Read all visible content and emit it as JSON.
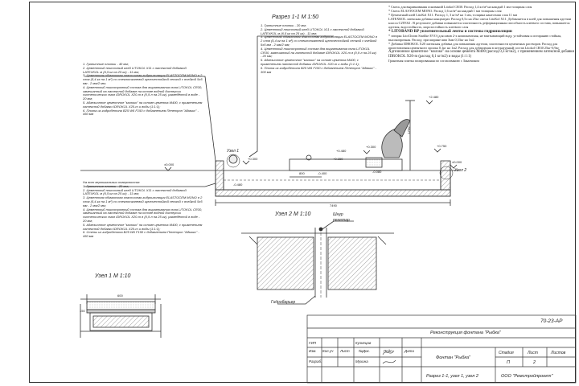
{
  "drawing": {
    "section_title": "Разрез 1-1  М 1:50",
    "node1_title": "Узел 1  М 1:10",
    "node2_title": "Узел 2  М 1:10",
    "node1_ref": "Узел 1",
    "node2_ref": "Узел 2",
    "label_shnur": "Шнур",
    "label_penetar": "пенетар",
    "label_gidrobaryer": "Гидробарьер",
    "dims": {
      "d_plus2480": "+2.480",
      "d_plus0750": "+0.750",
      "d_plus0480": "+0.480",
      "d_plus0300a": "+0.300",
      "d_plus0300b": "+0.300",
      "d_plus0150": "+0.150",
      "d_0000a": "±0.000",
      "d_0000b": "±0.000",
      "d_minus0080": "-0.080",
      "d_minus0400": "-0.400",
      "d_minus0480": "-0.480",
      "d_7490": "7490",
      "d_1700": "1700",
      "d_800": "800",
      "d_600": "600",
      "d_150": "150"
    }
  },
  "legend_top": [
    "1. Гранитные плитки - 40 мм;",
    "2. Цементный плиточный клей LITOKOL X11 с латексной добавкой LATEXKOL м (6,5 кг на 25 кг) - 11 мм;",
    "3. Цементная обмазочная эластичная гидроизоляция ELASTOCEM MONO в 2 слоя (5,4 кг на 1 м²) со стеклотканевой щелочестойкой сеткой с ячейкой 5х5 мм - 2 мм/2 мм;",
    "4. Цементный тиксотропный состав для выравнивания пола LITOKOL CR30, замешанный на латексной добавке на основе водной дисперсии синтетических смол IDROKOL X20-m в (0,9 л на 25 кг), разведённой в воде - 20 мм;",
    "5. Адгезионное цементное \"молоко\" на основе цемента М400, с применением латексной добавки IDROKOL X20-m и воды (1:1:1);",
    "6. Плита из гидробетона В25 W6 F150 с добавлением Пенетрон \"Адмикс\" - 450 мм"
  ],
  "legend_top2": [
    "1. Гранитные плитки - 20 мм;",
    "2. Цементный плиточный клей LITOKOL X11 с латексной добавкой LATEXKOL м (6,5 кг на 25 кг) - 11 мм;",
    "3. Цементная обмазочная эластичная гидроизоляция ELASTOCEM MONO в 2 слоя (5,4 кг на 1 м²) со стеклотканевой щелочестойкой сеткой с ячейкой 5х5 мм - 2 мм/2 мм;",
    "4. Цементный тиксотропный состав для выравнивания пола LITOKOL CR30, замешанный на латексной добавке IDROKOL X20-m в (0,9 л на 25 кг) - 20 мм;",
    "5. Адгезионное цементное \"молоко\" на основе цемента М400, с применением латексной добавки IDROKOL X20-m и воды (1:1:1);",
    "6. Плита из гидробетона В25 W6 F150 с добавлением Пенетрон \"Адмикс\" - 300 мм"
  ],
  "legend_vertical": [
    "На всех вертикальных поверхностях",
    "1. Гранитные плитки - 20 мм;",
    "2. Цементный плиточный клей LITOKOL X11 с латексной добавкой LATEXKOL м (6,5 кг на 25 кг) - 11 мм;",
    "3. Цементная обмазочная эластичная гидроизоляция ELASTOCEM MONO в 2 слоя (5,4 кг на 1 м²) со стеклотканевой щелочестойкой сеткой с ячейкой 5х5 мм - 2 мм/2 мм;",
    "4. Цементный тиксотропный состав для выравнивания пола LITOKOL CR30, замешанный на латексной добавке на основе водной дисперсии синтетических смол IDROKOL X20-m в (0,9 л на 25 кг), разведённой в воде - 20 мм;",
    "5. Адгезионное цементное \"молоко\" на основе цемента М400, с применением латексной добавки IDROKOL X20-m и воды (1:1:1);",
    "6. Стены из гидробетона В25 W6 F150 с добавлением Пенетрон \"Адмикс\" - 450 мм"
  ],
  "notes": [
    "* Смесь для выравнивания оснований Litokol CR30. Расход 1,4 кг/м² на каждый 1 мм толщины слоя",
    "* Смесь ELASTOCEM MONO. Расход 1,6 кг/м² на каждый 1 мм толщины слоя",
    "* Цементный клей LitoKol X11. Расход: 1, 3 кг/м² на 1 мм, толщина нанесения слоя 11 мм",
    "LATEXKOL латексная добавка концентрат. Расход 0,5л на 25кг смеси LitoKol X11. Добавляется в клей для повышения адгезии класса С2ТЕS2 . В результате добавки повышается эластичность деформационная способность клеевого состава, повышается адгезия, водостойкость, морозостойкость клеевого слоя",
    "* LITOBAND RP уплотнительный ленты и системы гидроизоляции",
    "* затирка LitoChrom Starlike EVO (для швов 2-х компонентная, не впитывающий воду, устойчивая к истиранию стойкая, высокопрочная. Расход: при ширине шва 3мм 0,33кг на 1м2",
    "* Добавка IDROKOL X20 латексная добавка для повышения адгезии, эластичности цементных растворов. Расход для приготовления цементного молока 0,1кг на 1м2. Расход для добавления в штукатурный состав Litokol CR30 25кг-0,9кг",
    "Адгезионное цементное \"молоко\" на основе цемента М400 (расход 0,3 кг/м2), с применением латексной добавки IDROKOL X20-m (расход 0,1 кг/м2) и воды (1:1:1)",
    "Гранитная плитка полированная по согласованию с Заказчиком"
  ],
  "title_block": {
    "code": "70-23-АР",
    "project": "Реконструкция фонтана \"Рыбка\"",
    "headers": [
      "Изм.",
      "Кол.уч",
      "Лист",
      "№Док.",
      "Подп.",
      "Дата"
    ],
    "row1_role": "ГИП",
    "row1_name": "Кузнецов",
    "row2_role": "Разраб.",
    "row2_name": "Мухина",
    "object": "Фонтан \"Рыбка\"",
    "stage_label": "Стадия",
    "sheet_label": "Лист",
    "sheets_label": "Листов",
    "stage": "П",
    "sheet": "2",
    "sheets": "",
    "sheet_title": "Разрез 1-1, узел 1, узел 2",
    "company": "ООО \"Ремстройпроект\""
  },
  "colors": {
    "line": "#333333",
    "hatch": "#555555",
    "paper": "#ffffff"
  }
}
